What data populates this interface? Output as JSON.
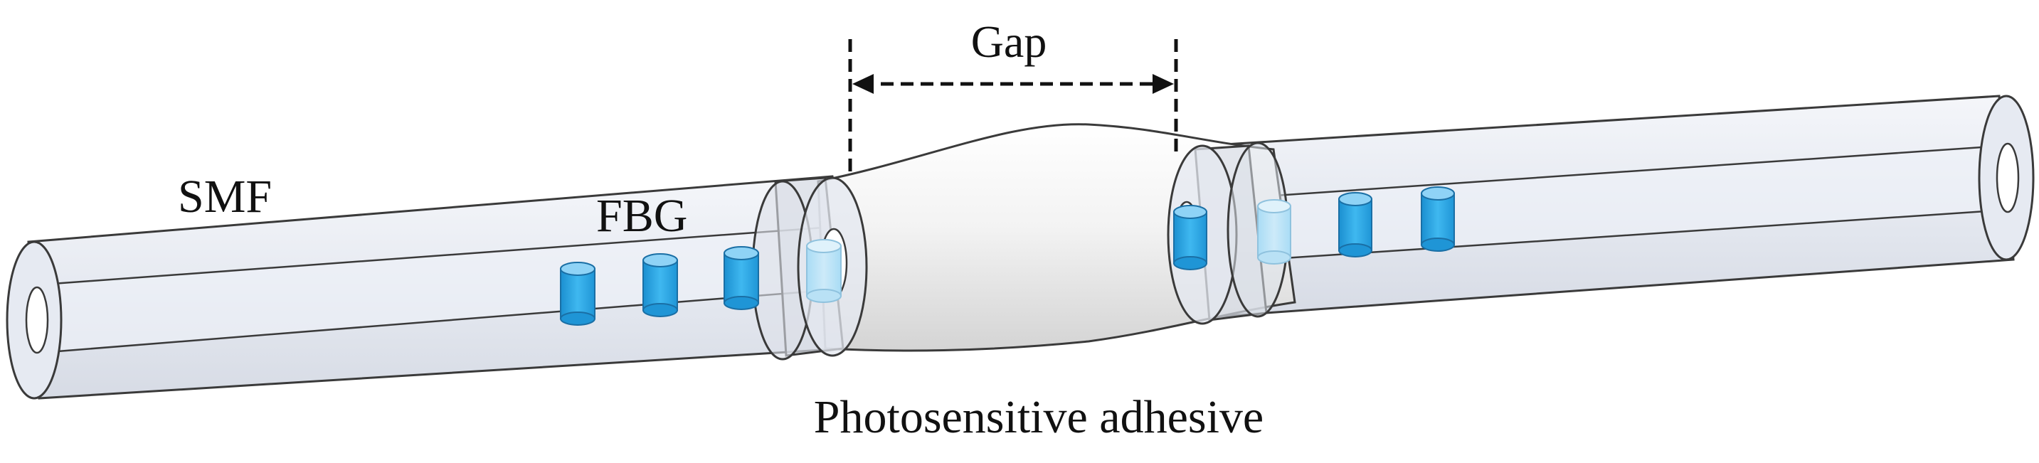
{
  "labels": {
    "smf": "SMF",
    "fbg": "FBG",
    "gap": "Gap",
    "adhesive": "Photosensitive adhesive"
  },
  "colors": {
    "cladding_fill": "#dfe4ee",
    "cladding_stroke": "#3a3a3a",
    "core_fill": "#eef1f8",
    "grating_fill": "#29a8e8",
    "grating_top": "#8fd3f6",
    "adhesive_fill": "#f2f2f2",
    "text": "#111111"
  }
}
